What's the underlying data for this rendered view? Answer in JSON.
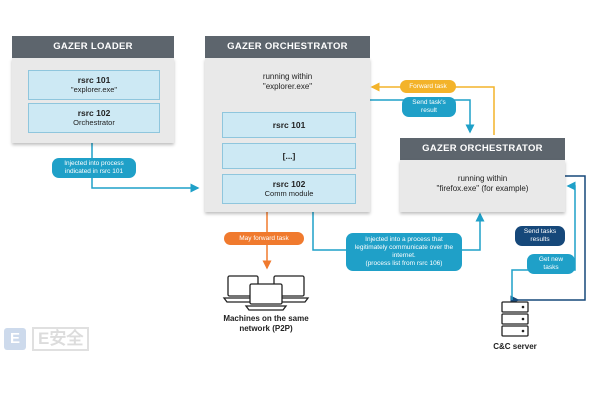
{
  "loader": {
    "title": "GAZER LOADER",
    "cells": [
      {
        "name": "rsrc 101",
        "desc": "\"explorer.exe\""
      },
      {
        "name": "rsrc 102",
        "desc": "Orchestrator"
      }
    ]
  },
  "orch_main": {
    "title": "GAZER ORCHESTRATOR",
    "running": "running within",
    "process": "\"explorer.exe\"",
    "cells": [
      {
        "name": "rsrc 101",
        "desc": ""
      },
      {
        "name": "[...]",
        "desc": ""
      },
      {
        "name": "rsrc 102",
        "desc": "Comm module"
      }
    ]
  },
  "orch_second": {
    "title": "GAZER ORCHESTRATOR",
    "running": "running within",
    "process": "\"firefox.exe\" (for example)"
  },
  "labels": {
    "injected_rsrc": "Injected into process indicated in rsrc 101",
    "forward_task": "Forward task",
    "send_result": "Send task's result",
    "may_forward": "May forward task",
    "injected_internet": "Injected into a process that legitimately communicate over the internet.",
    "process_list": "(process list from rsrc 106)",
    "send_tasks_results": "Send tasks results",
    "get_new_tasks": "Get new tasks",
    "machines": "Machines on the same network (P2P)",
    "cnc": "C&C server"
  },
  "watermark": {
    "logo": "E",
    "text": "E安全"
  },
  "colors": {
    "header": "#5d656d",
    "cell": "#cde9f4",
    "blue": "#1fa0c8",
    "orange": "#f07a2e",
    "yellow": "#f3b32a",
    "navy": "#16487a"
  }
}
